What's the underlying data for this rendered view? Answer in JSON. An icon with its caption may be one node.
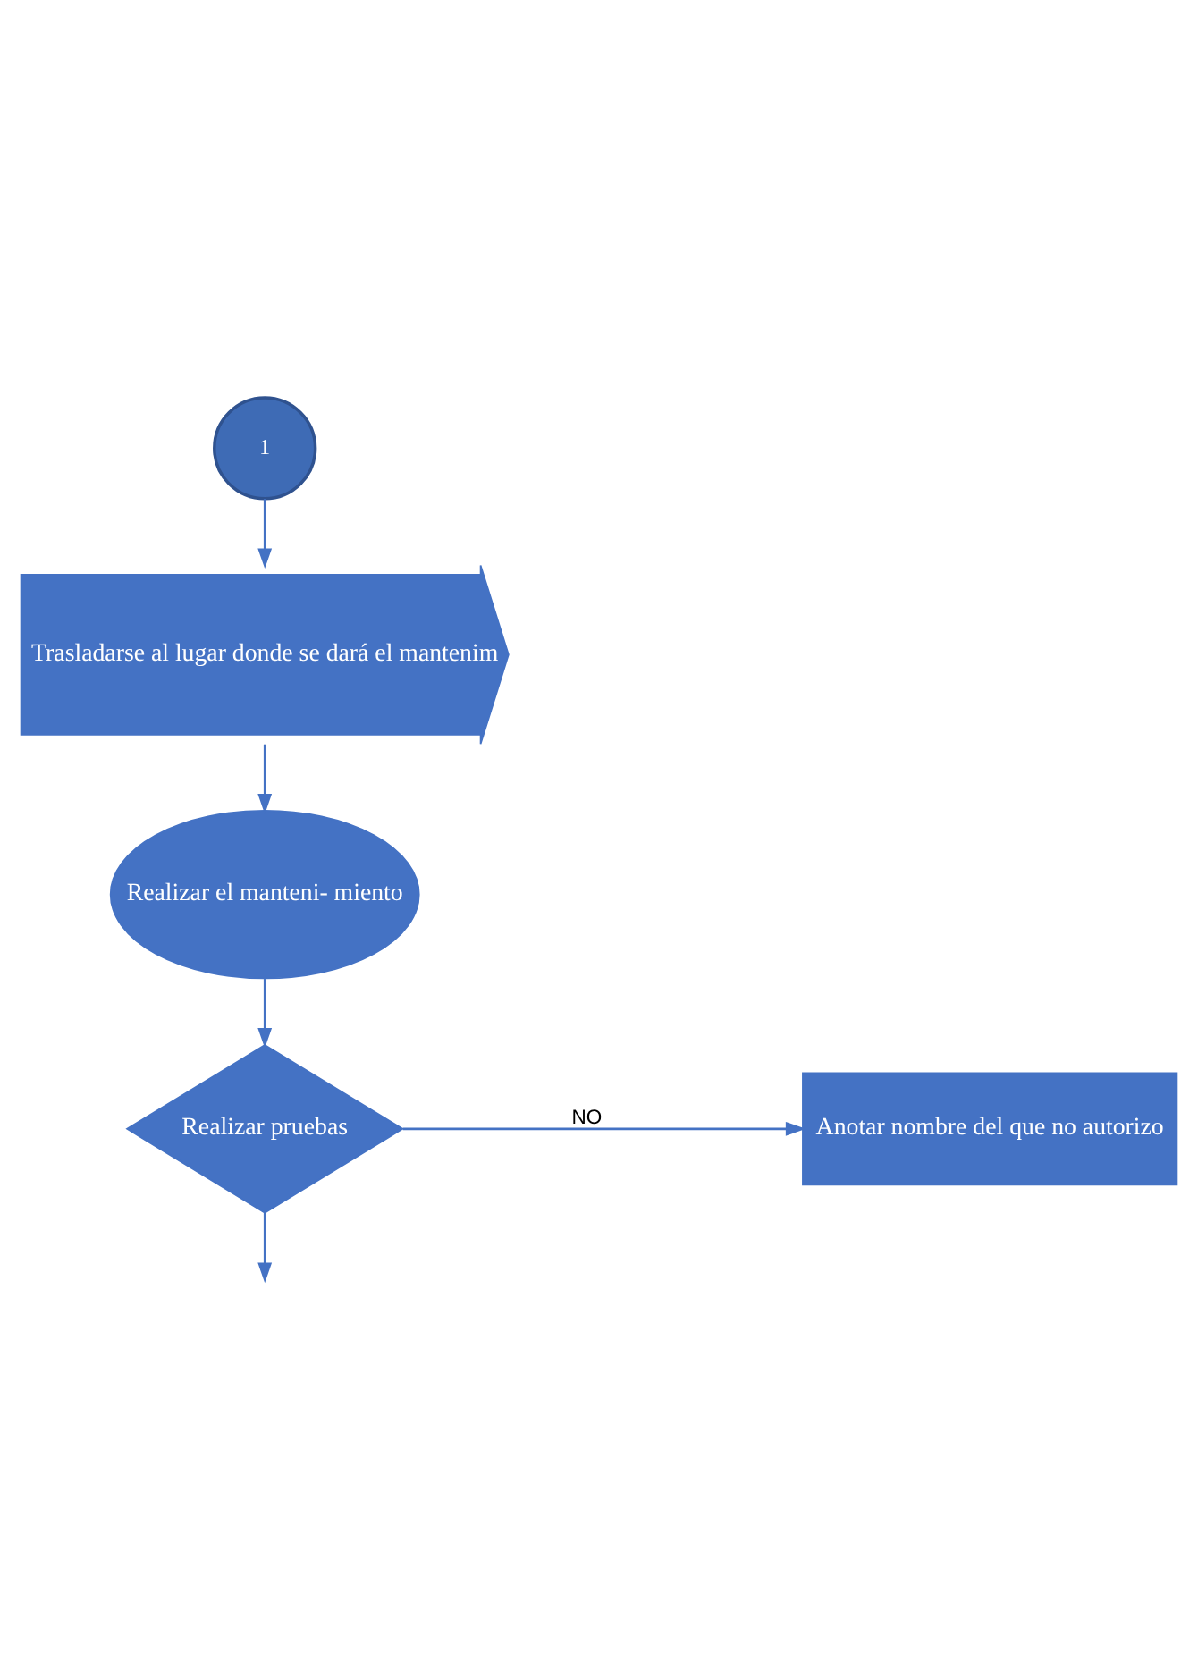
{
  "diagram": {
    "nodes": [
      {
        "text": [
          "1"
        ]
      },
      {
        "text": [
          "Trasladarse al lugar donde se dará el mantenim"
        ]
      },
      {
        "text": [
          "Realizar el manteni- miento"
        ]
      },
      {
        "text": [
          "Realizar pruebas"
        ]
      },
      {
        "text": [
          "Anotar nombre del que no autorizo"
        ]
      }
    ],
    "edges": [
      {
        "from": 0,
        "to": 1,
        "arrow": "to"
      },
      {
        "from": 1,
        "to": 2,
        "arrow": "to"
      },
      {
        "from": 2,
        "to": 3,
        "arrow": "to"
      },
      {
        "from": 3,
        "to": 4,
        "arrow": "to",
        "label": "NO"
      },
      {
        "from": 3,
        "to": null,
        "arrow": "to"
      }
    ]
  }
}
